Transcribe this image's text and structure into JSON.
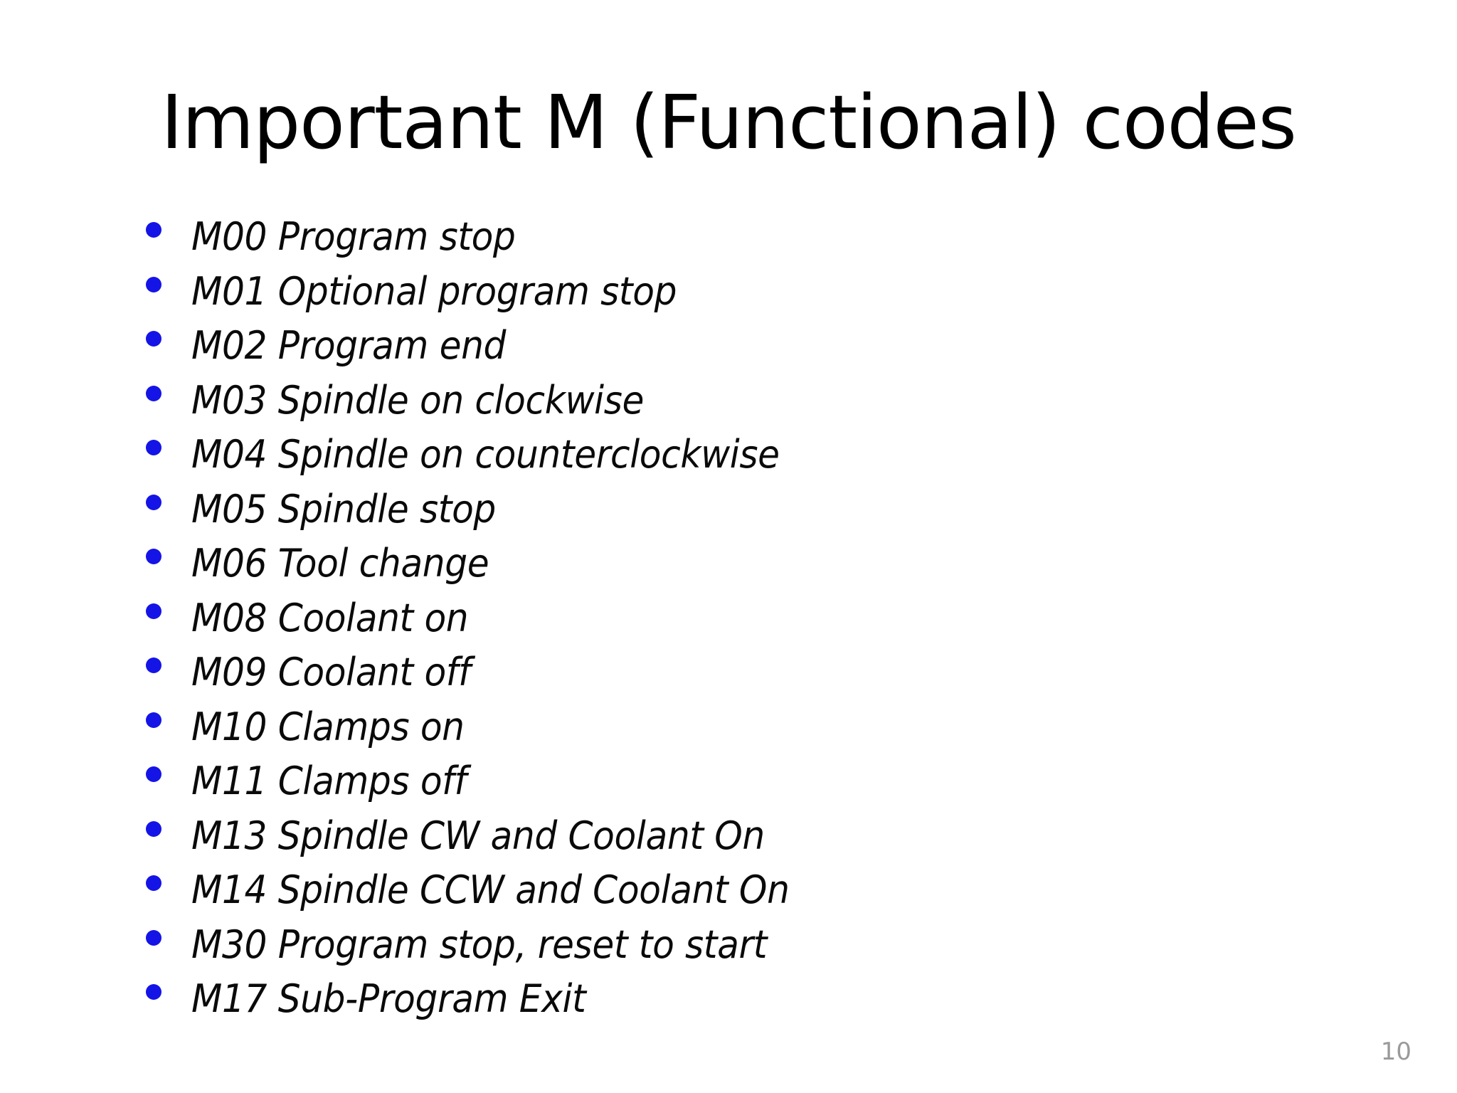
{
  "slide": {
    "title": "Important M (Functional) codes",
    "page_number": "10",
    "bullet_color": "#1414E6",
    "title_color": "#000000",
    "text_color": "#0A0A0A",
    "page_number_color": "#9A9A9A",
    "background_color": "#FFFFFF",
    "bullets": [
      {
        "text": "M00 Program stop"
      },
      {
        "text": "M01 Optional program stop"
      },
      {
        "text": "M02 Program end"
      },
      {
        "text": "M03 Spindle on clockwise"
      },
      {
        "text": "M04 Spindle on counterclockwise"
      },
      {
        "text": "M05 Spindle stop"
      },
      {
        "text": "M06 Tool change"
      },
      {
        "text": "M08 Coolant on"
      },
      {
        "text": "M09 Coolant off"
      },
      {
        "text": "M10 Clamps on"
      },
      {
        "text": "M11 Clamps off"
      },
      {
        "text": "M13 Spindle CW and Coolant On"
      },
      {
        "text": "M14 Spindle CCW and Coolant On"
      },
      {
        "text": "M30 Program stop, reset to start"
      },
      {
        "text": "M17 Sub-Program Exit"
      }
    ]
  }
}
